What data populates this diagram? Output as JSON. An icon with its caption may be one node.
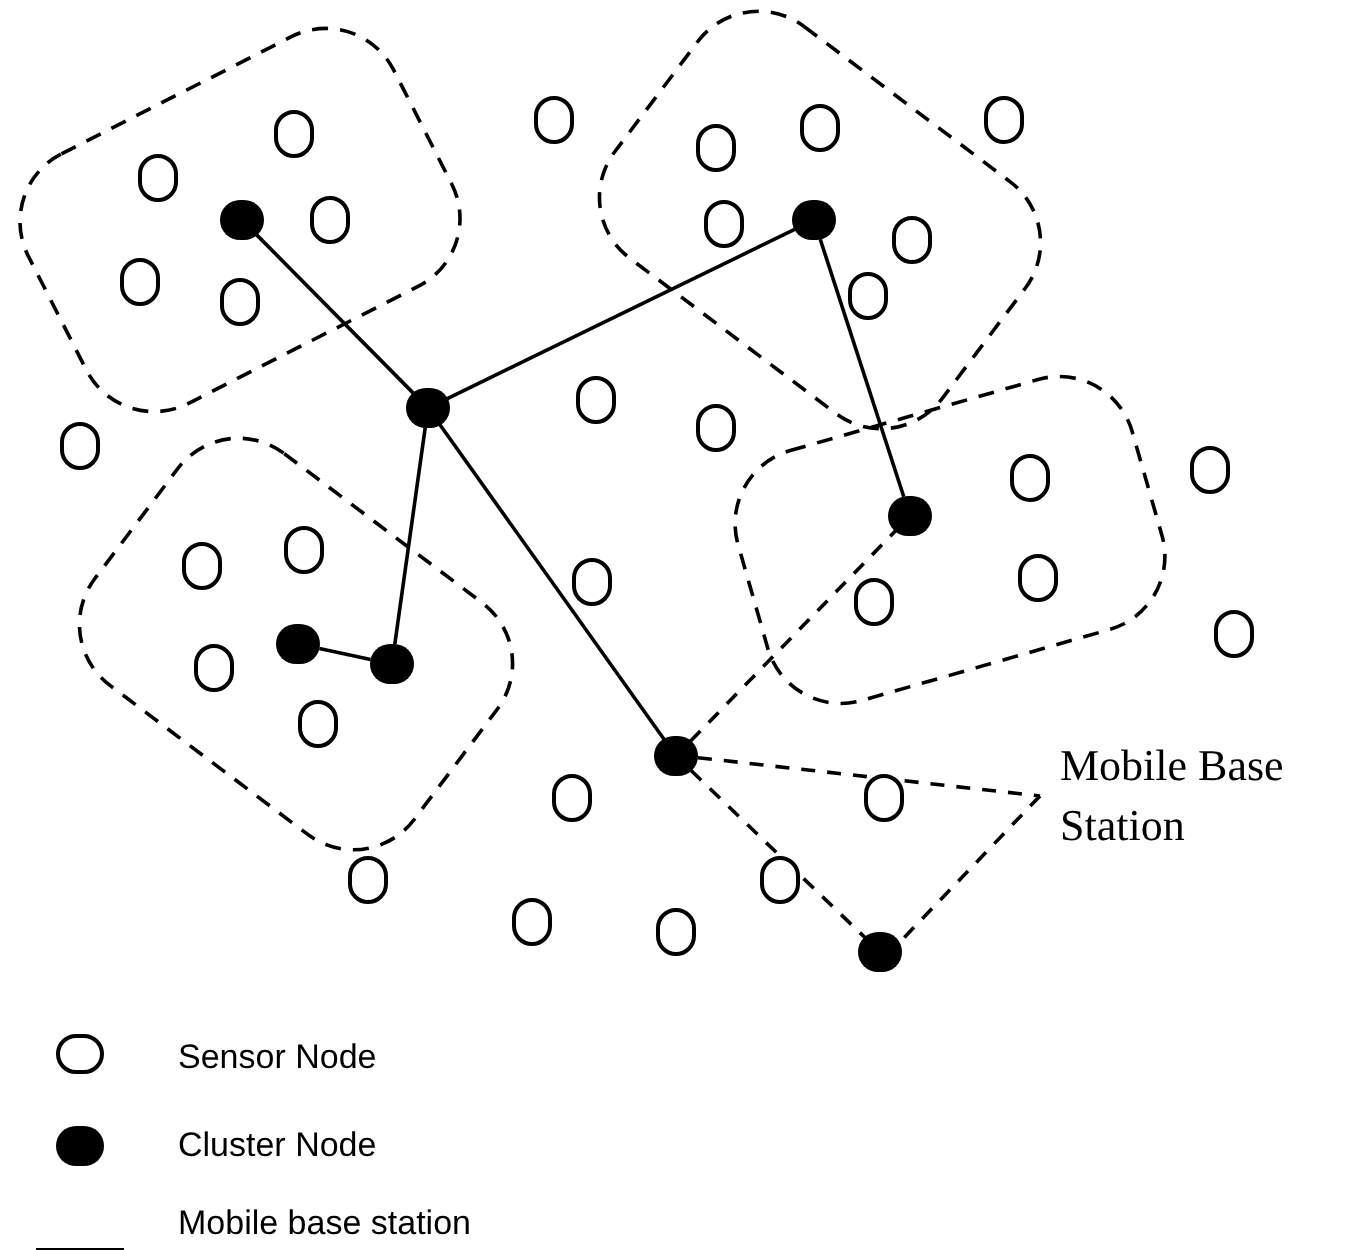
{
  "diagram": {
    "nodes": [
      {
        "text": [],
        "shape": "circle"
      },
      {
        "text": [],
        "shape": "circle"
      },
      {
        "text": [],
        "shape": "circle"
      },
      {
        "text": [],
        "shape": "circle"
      },
      {
        "text": [],
        "shape": "circle"
      },
      {
        "text": [],
        "shape": "circle"
      },
      {
        "text": [],
        "shape": "dot"
      },
      {
        "text": [],
        "shape": "dot"
      },
      {
        "text": [],
        "shape": "circle"
      },
      {
        "text": [],
        "shape": "circle"
      },
      {
        "text": [],
        "shape": "circle"
      },
      {
        "text": [],
        "shape": "circle"
      },
      {
        "text": [],
        "shape": "circle"
      },
      {
        "text": [],
        "shape": "circle"
      },
      {
        "text": [],
        "shape": "circle"
      },
      {
        "text": [],
        "shape": "dot"
      },
      {
        "text": [],
        "shape": "circle"
      },
      {
        "text": [],
        "shape": "circle"
      },
      {
        "text": [],
        "shape": "circle"
      },
      {
        "text": [],
        "shape": "circle"
      },
      {
        "text": [],
        "shape": "dot"
      },
      {
        "text": [],
        "shape": "circle"
      },
      {
        "text": [],
        "shape": "circle"
      },
      {
        "text": [],
        "shape": "circle"
      },
      {
        "text": [],
        "shape": "circle"
      },
      {
        "text": [],
        "shape": "circle"
      },
      {
        "text": [],
        "shape": "circle"
      },
      {
        "text": [],
        "shape": "dot"
      },
      {
        "text": [],
        "shape": "dot"
      },
      {
        "text": [],
        "shape": "circle"
      },
      {
        "text": [],
        "shape": "circle"
      },
      {
        "text": [
          "Mobile Base Station"
        ]
      },
      {
        "text": [],
        "shape": "dot"
      },
      {
        "text": [],
        "shape": "circle"
      },
      {
        "text": [],
        "shape": "circle"
      },
      {
        "text": [],
        "shape": "circle"
      },
      {
        "text": [],
        "shape": "circle"
      },
      {
        "text": [],
        "shape": "circle"
      },
      {
        "text": [],
        "shape": "circle"
      },
      {
        "text": [],
        "shape": "dot"
      }
    ],
    "edges": [
      {
        "from": 6,
        "to": 15,
        "arrow": "none"
      },
      {
        "from": 15,
        "to": 7,
        "arrow": "none"
      },
      {
        "from": 7,
        "to": 20,
        "arrow": "none"
      },
      {
        "from": 15,
        "to": 28,
        "arrow": "none"
      },
      {
        "from": 28,
        "to": 27,
        "arrow": "none"
      },
      {
        "from": 15,
        "to": 32,
        "arrow": "none"
      },
      {
        "from": 32,
        "to": 20,
        "arrow": "none",
        "style": "dashed"
      },
      {
        "from": 32,
        "to": 31,
        "arrow": "none",
        "style": "dashed"
      },
      {
        "from": 31,
        "to": 39,
        "arrow": "none",
        "style": "dashed"
      },
      {
        "from": 32,
        "to": 39,
        "arrow": "none",
        "style": "dashed"
      }
    ],
    "legend": [
      {
        "text": "Sensor Node"
      },
      {
        "text": "Cluster Node"
      },
      {
        "text": "Mobile base station"
      }
    ]
  }
}
